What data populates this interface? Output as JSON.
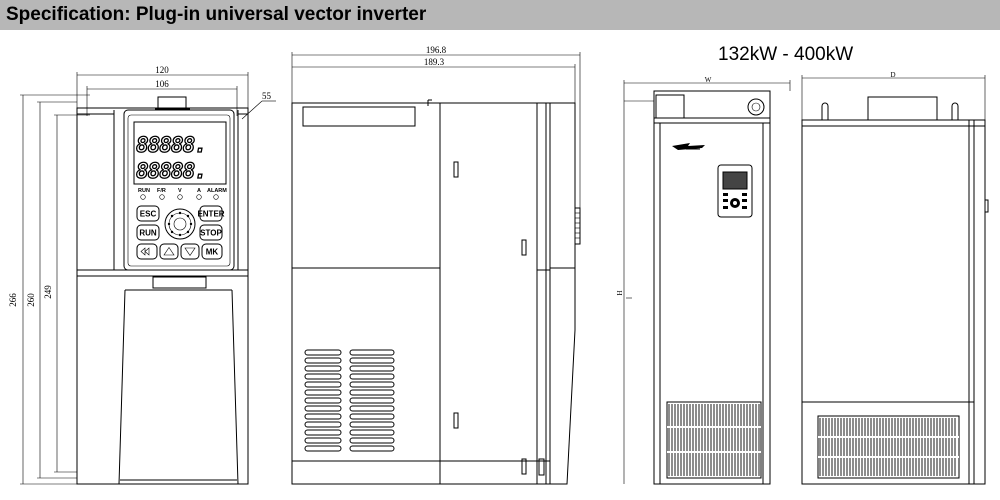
{
  "header": {
    "title": "Specification: Plug-in universal vector inverter"
  },
  "range_label": "132kW - 400kW",
  "front_view": {
    "dims": {
      "width_outer": "120",
      "width_inner": "106",
      "depth_small": "55",
      "height_total": "266",
      "height_mid": "260",
      "height_inner": "249"
    },
    "display": {
      "row1": "88888.",
      "row2": "88888."
    },
    "leds": [
      "RUN",
      "F/R",
      "V",
      "A",
      "ALARM"
    ],
    "keys": [
      "ESC",
      "ENTER",
      "RUN",
      "STOP",
      "MK"
    ]
  },
  "side_view": {
    "dims": {
      "depth_outer": "196.8",
      "depth_inner": "189.3"
    }
  },
  "large_front": {
    "dims": {
      "width": "W",
      "height": "H"
    }
  },
  "large_side": {
    "dims": {
      "depth": "D"
    }
  }
}
